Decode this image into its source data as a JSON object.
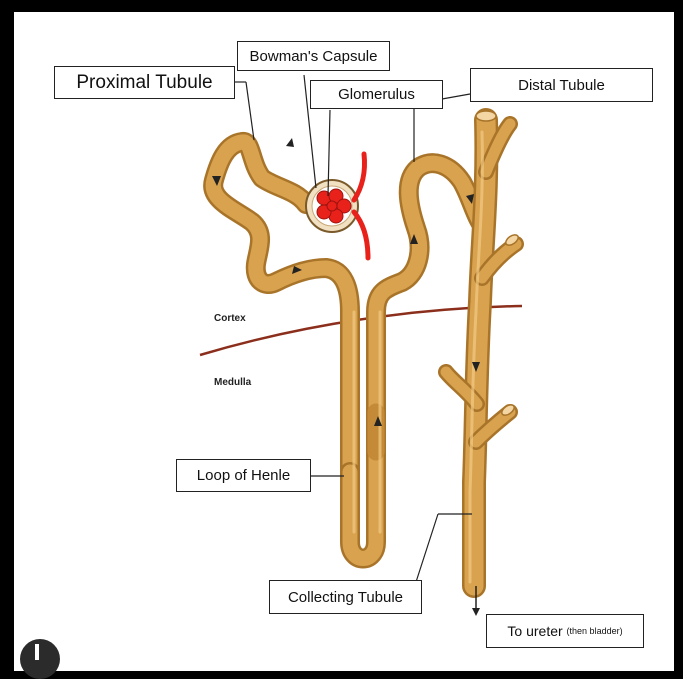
{
  "labels": {
    "proximal_tubule": "Proximal Tubule",
    "bowmans_capsule": "Bowman's Capsule",
    "glomerulus": "Glomerulus",
    "distal_tubule": "Distal Tubule",
    "loop_of_henle": "Loop of Henle",
    "collecting_tubule": "Collecting Tubule",
    "to_ureter": "To ureter",
    "to_ureter_note": "(then bladder)"
  },
  "regions": {
    "cortex": "Cortex",
    "medulla": "Medulla"
  },
  "colors": {
    "tubule": "#d9a24e",
    "tubule_edge": "#a8742a",
    "tubule_highlight": "#f1cc86",
    "blood": "#e8221b",
    "boundary": "#8b2e1c",
    "frame": "#000000"
  }
}
